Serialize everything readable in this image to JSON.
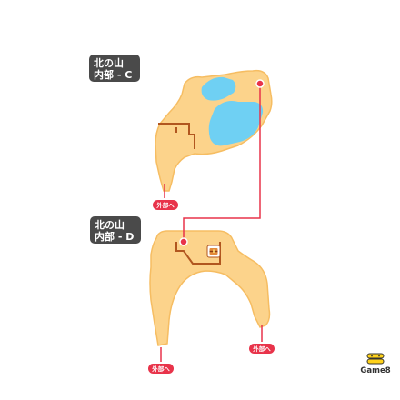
{
  "areas": {
    "upper": {
      "name_line1": "北の山",
      "name_line2": "内部 - C"
    },
    "lower": {
      "name_line1": "北の山",
      "name_line2": "内部 - D"
    }
  },
  "exits": {
    "upper_left": "外部へ",
    "lower_left": "外部へ",
    "lower_right": "外部へ"
  },
  "colors": {
    "floor": "#fcd38b",
    "floor_edge": "#f6bd62",
    "water": "#6fd0f3",
    "wall": "#b1561f",
    "route": "#e8334a",
    "label": "#4a4a4a"
  },
  "icons": {
    "treasure": "treasure-chest-icon",
    "brand": "game8-logo-icon"
  },
  "brand": {
    "name": "Game8"
  }
}
